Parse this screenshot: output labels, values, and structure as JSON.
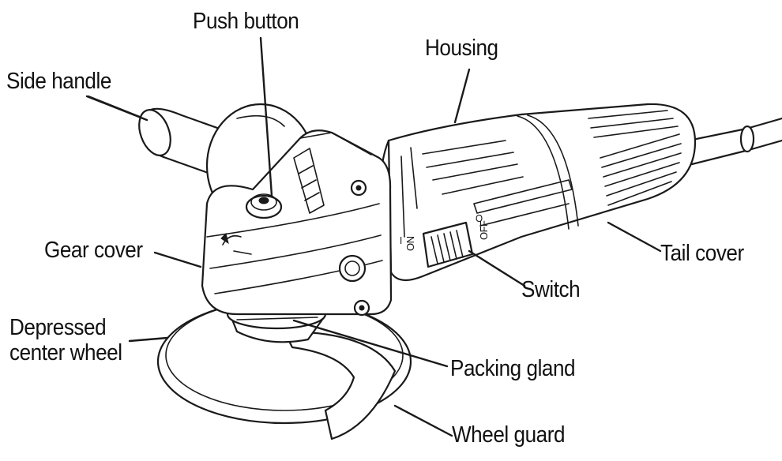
{
  "labels": {
    "push_button": "Push button",
    "housing": "Housing",
    "side_handle": "Side handle",
    "gear_cover": "Gear cover",
    "tail_cover": "Tail cover",
    "switch": "Switch",
    "depressed_center_wheel_line1": "Depressed",
    "depressed_center_wheel_line2": "center wheel",
    "packing_gland": "Packing gland",
    "wheel_guard": "Wheel guard"
  },
  "markings": {
    "on": "ON",
    "off": "OFF",
    "on_symbol": "I",
    "off_symbol": "O"
  }
}
